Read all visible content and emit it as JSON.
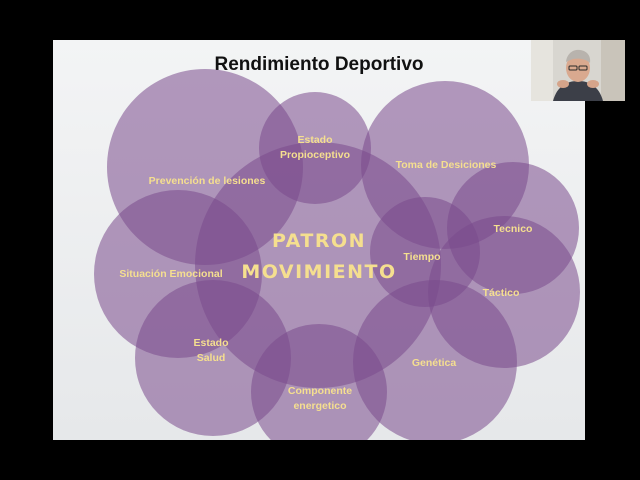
{
  "slide": {
    "title": "Rendimiento Deportivo"
  },
  "center": {
    "line1": "PATRON",
    "line2": "MOVIMIENTO"
  },
  "labels": {
    "estado_propioceptivo": [
      "Estado",
      "Propioceptivo"
    ],
    "toma_decisiones": "Toma de Desiciones",
    "prevencion_lesiones": "Prevención de lesiones",
    "tecnico": "Tecnico",
    "tiempo": "Tiempo",
    "tactico": "Táctico",
    "situacion_emocional": "Situación Emocional",
    "estado_salud": [
      "Estado",
      "Salud"
    ],
    "genetica": "Genética",
    "componente_energetico": [
      "Componente",
      "energetico"
    ]
  },
  "colors": {
    "circle_fill": "#7a4a8c",
    "label_text": "#f5df8f",
    "slide_background": "#eef0f1"
  }
}
